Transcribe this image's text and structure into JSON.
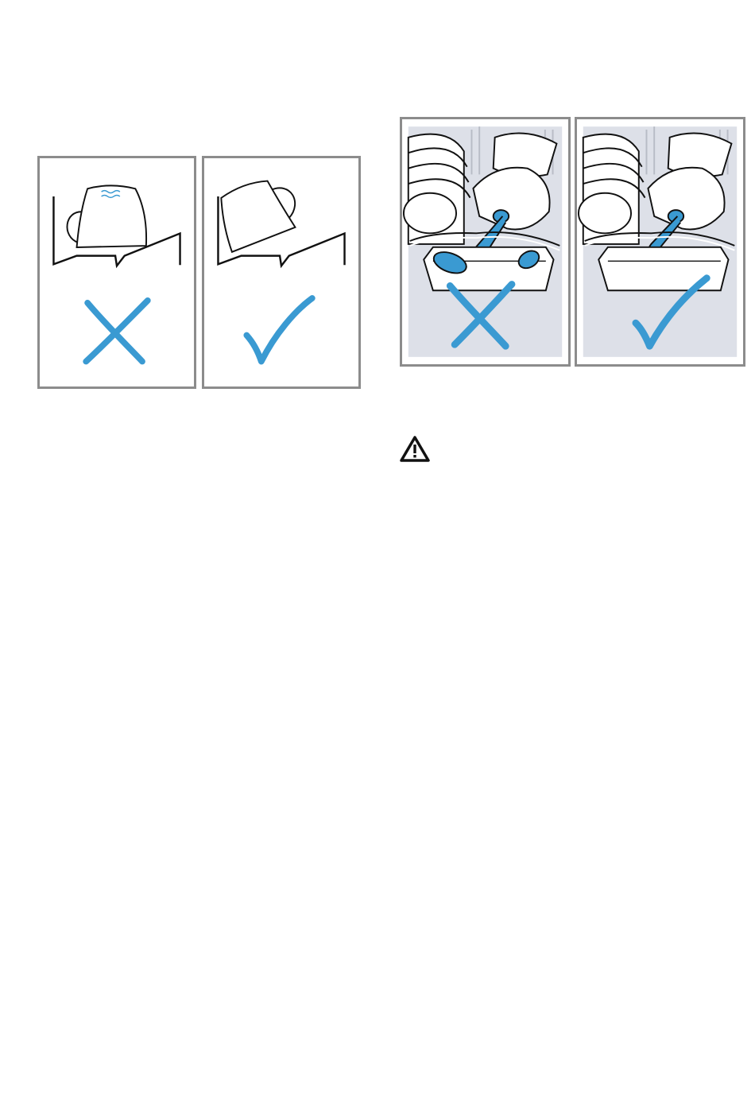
{
  "figures": [
    {
      "id": "cup-wrong",
      "verdict": "wrong",
      "mark": "cross-icon"
    },
    {
      "id": "cup-right",
      "verdict": "correct",
      "mark": "check-icon"
    },
    {
      "id": "basket-wrong",
      "verdict": "wrong",
      "mark": "cross-icon"
    },
    {
      "id": "basket-right",
      "verdict": "correct",
      "mark": "check-icon"
    }
  ],
  "warning": {
    "icon": "warning-triangle-icon"
  },
  "colors": {
    "accent": "#3a9ad2",
    "frame": "#8c8c8c",
    "background_panel": "#dde0e8",
    "line": "#111111"
  }
}
